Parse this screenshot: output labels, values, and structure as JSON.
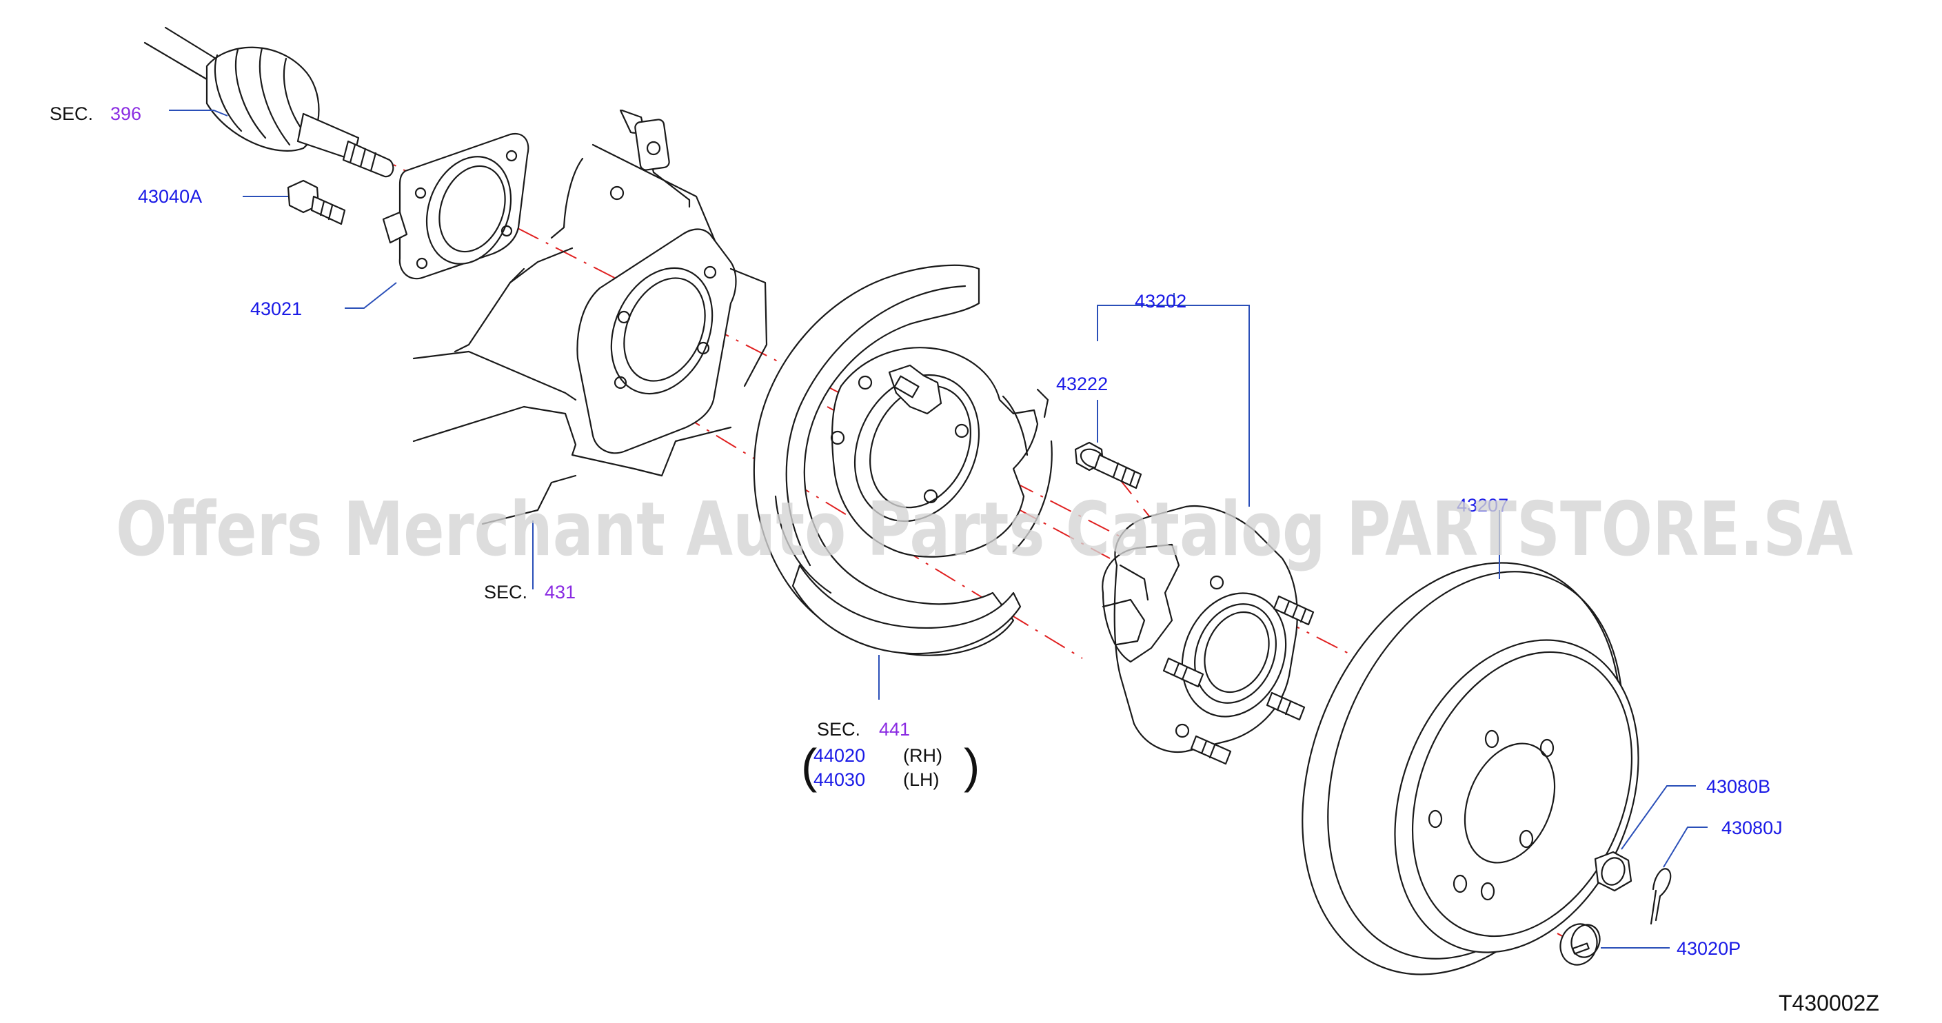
{
  "watermark": "Offers Merchant Auto Parts Catalog PARTSTORE.SA",
  "diagram_id": "T430002Z",
  "labels": {
    "sec396_prefix": "SEC.",
    "sec396_num": "396",
    "p43040A": "43040A",
    "p43021": "43021",
    "sec431_prefix": "SEC.",
    "sec431_num": "431",
    "p43202": "43202",
    "p43222": "43222",
    "p43207": "43207",
    "sec441_prefix": "SEC.",
    "sec441_num": "441",
    "p44020": "44020",
    "rh": "(RH)",
    "p44030": "44030",
    "lh": "(LH)",
    "p43080B": "43080B",
    "p43080J": "43080J",
    "p43020P": "43020P"
  },
  "colors": {
    "part_number": "#1a1ae6",
    "section_ref": "#8a2be2",
    "leader": "#2a4fb8",
    "centerline": "#e02020"
  }
}
